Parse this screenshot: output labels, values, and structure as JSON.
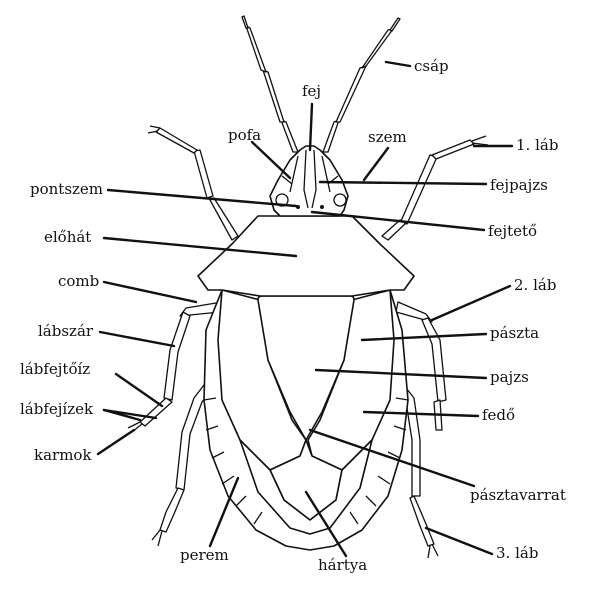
{
  "labels": {
    "csap": "csáp",
    "fej": "fej",
    "pofa": "pofa",
    "szem": "szem",
    "lab1": "1. láb",
    "pontszem": "pontszem",
    "fejpajzs": "fejpajzs",
    "fejteto": "fejtető",
    "elohat": "előhát",
    "comb": "comb",
    "lab2": "2. láb",
    "labszar": "lábszár",
    "paszta": "pászta",
    "labfejtoiz": "lábfejtőíz",
    "pajzs": "pajzs",
    "labfejizek": "lábfejízek",
    "fedo": "fedő",
    "karmok": "karmok",
    "pasztavarrat": "pásztavarrat",
    "perem": "perem",
    "hartya": "hártya",
    "lab3": "3. láb"
  }
}
